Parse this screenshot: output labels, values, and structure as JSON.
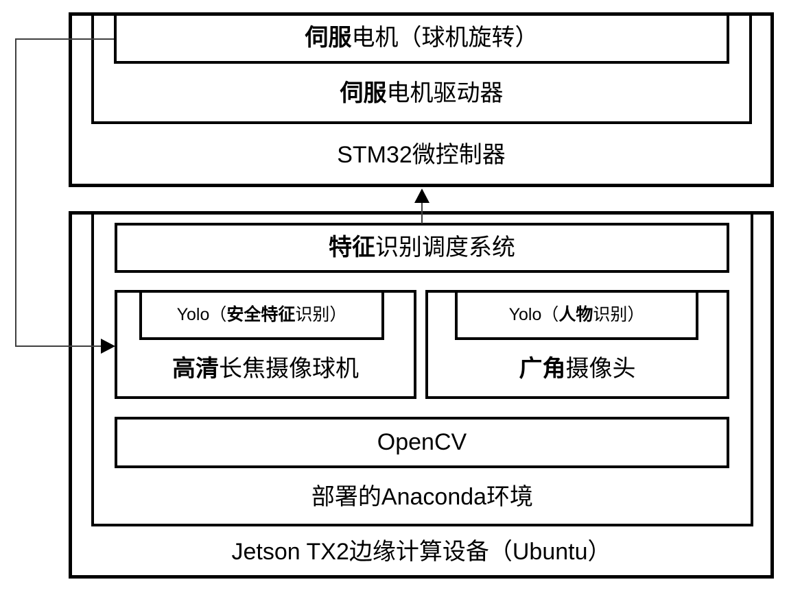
{
  "title": "Edge vision control system block diagram",
  "colors": {
    "box_border": "#000000",
    "connector_line": "#3f3f3f",
    "arrowhead": "#000000",
    "background": "#ffffff",
    "text": "#000000"
  },
  "nodes": {
    "servo_motor": {
      "bold": "伺服",
      "rest": "电机（球机旋转）"
    },
    "servo_driver": {
      "bold": "伺服",
      "rest": "电机驱动器"
    },
    "stm32": {
      "text": "STM32微控制器"
    },
    "scheduler": {
      "bold": "特征",
      "rest": "识别调度系统"
    },
    "yolo_security": {
      "prefix": "Yolo（",
      "bold": "安全特征",
      "rest": "识别）"
    },
    "camera_ptz": {
      "bold": "高清",
      "rest": "长焦摄像球机"
    },
    "yolo_person": {
      "prefix": "Yolo（",
      "bold": "人物",
      "rest": "识别）"
    },
    "camera_wide": {
      "bold": "广角",
      "rest": "摄像头"
    },
    "opencv": {
      "text": "OpenCV"
    },
    "anaconda": {
      "text": "部署的Anaconda环境"
    },
    "jetson": {
      "text": "Jetson TX2边缘计算设备（Ubuntu）"
    }
  },
  "arrows": [
    {
      "name": "scheduler-to-stm32",
      "direction": "up"
    },
    {
      "name": "servo-feedback-to-ptz-camera",
      "direction": "right"
    }
  ]
}
